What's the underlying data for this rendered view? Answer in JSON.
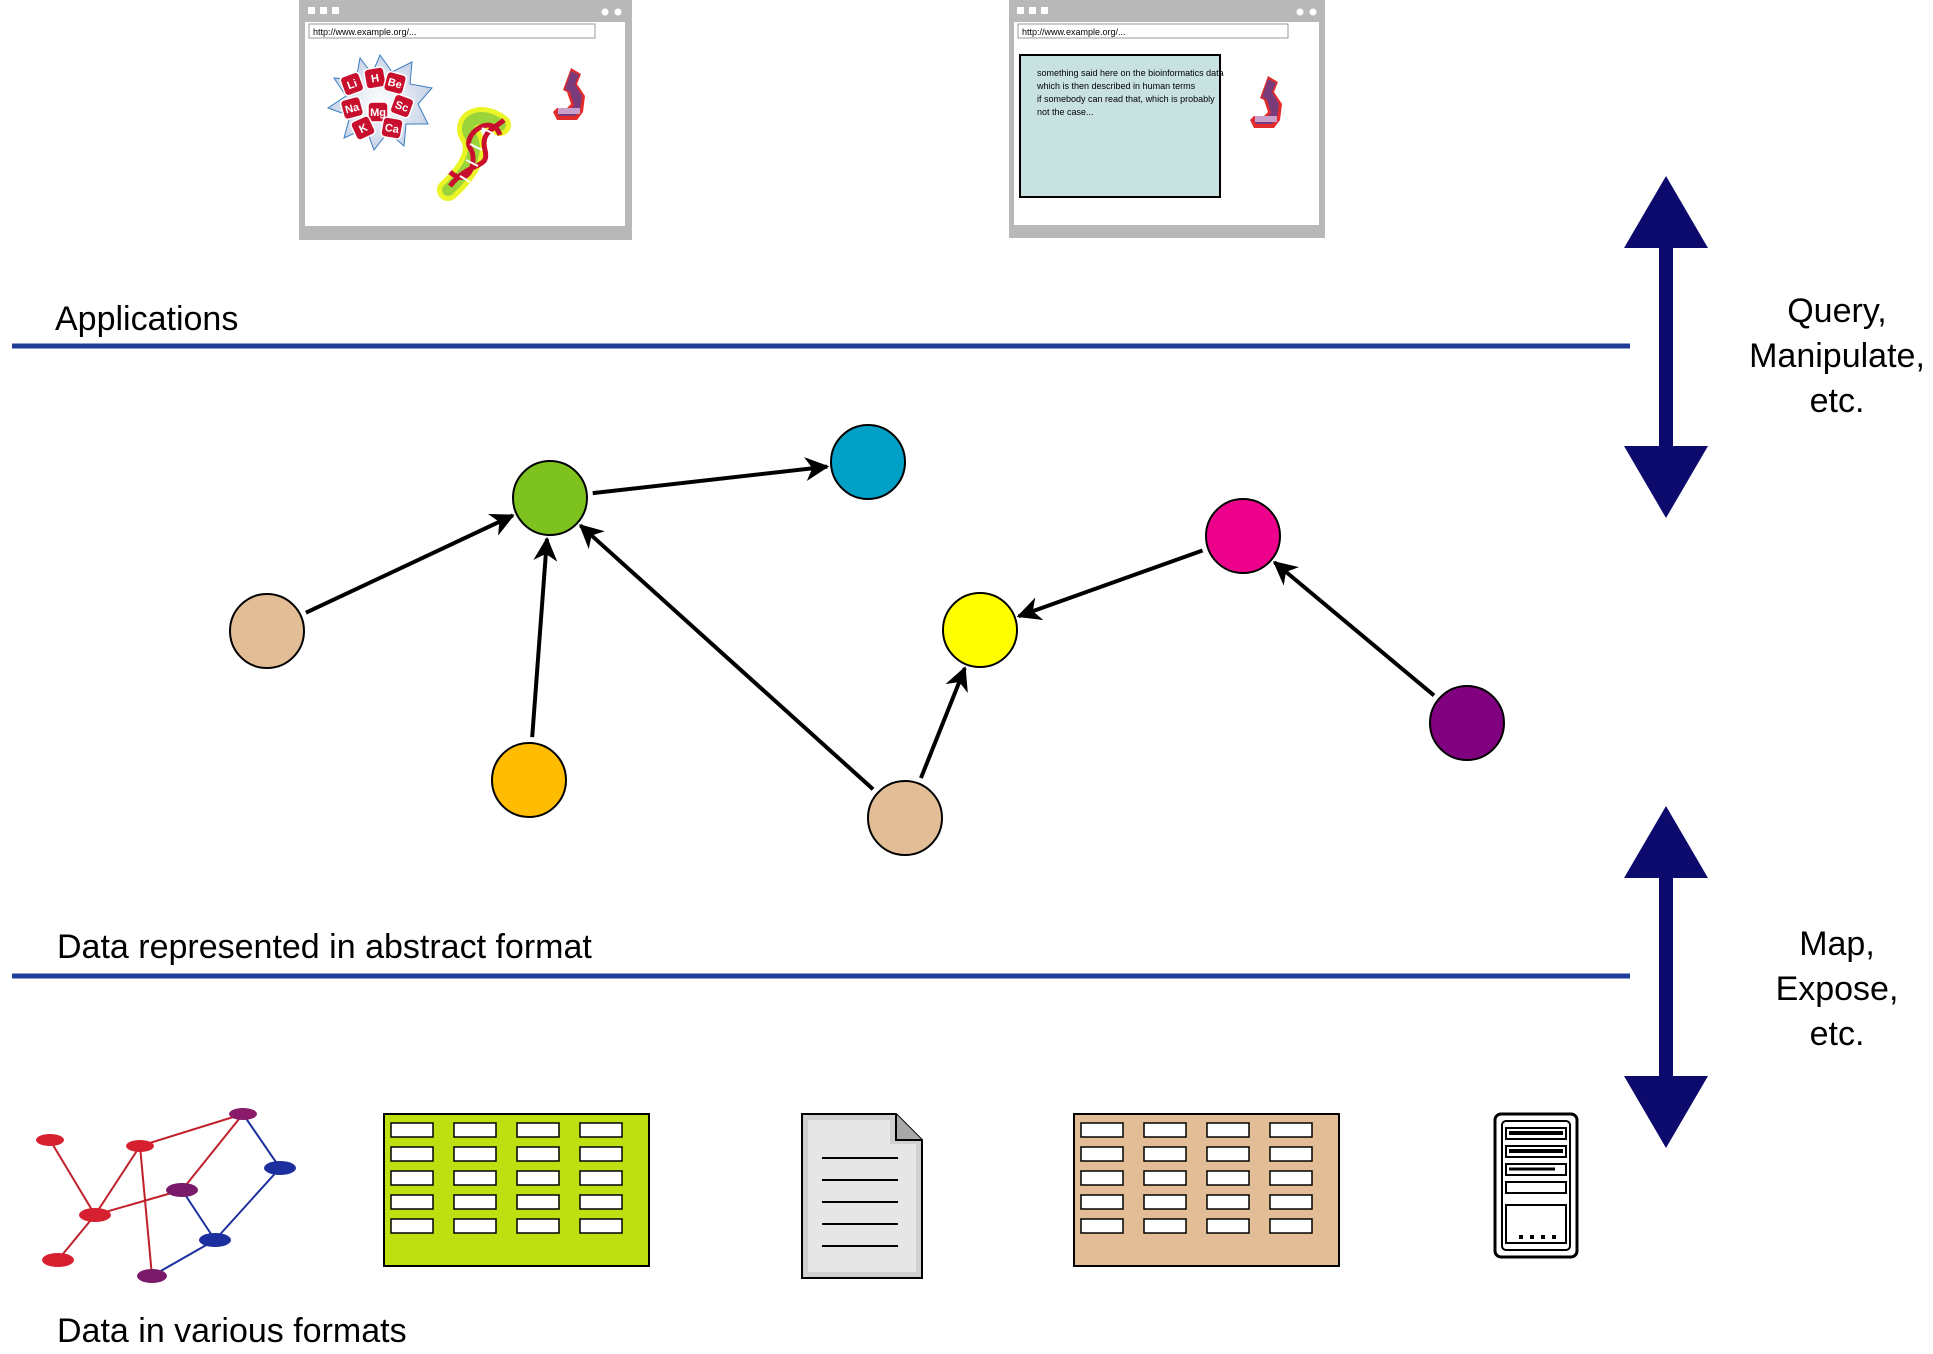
{
  "layers": {
    "applications": "Applications",
    "abstract": "Data represented in abstract format",
    "formats": "Data in various formats"
  },
  "actions": {
    "top": [
      "Query,",
      "Manipulate,",
      "etc."
    ],
    "bottom": [
      "Map,",
      "Expose,",
      "etc."
    ]
  },
  "browser_left": {
    "url": "http://www.example.org/...",
    "elements": [
      "Li",
      "H",
      "Be",
      "Na",
      "Mg",
      "Sc",
      "K",
      "Ca"
    ]
  },
  "browser_right": {
    "url": "http://www.example.org/...",
    "text_lines": [
      "something said here on the bioinformatics data",
      "which is then described in human terms",
      "if somebody can read that, which is probably",
      "not the case..."
    ]
  },
  "colors": {
    "layer_line": "#1f3c99",
    "arrow": "#0d0a6e",
    "node_tan": "#e3bd95",
    "node_green": "#7dc21e",
    "node_cyan": "#009fc6",
    "node_orange": "#ffbc00",
    "node_magenta": "#ec008c",
    "node_yellow": "#ffff00",
    "node_purple": "#800080",
    "table_green": "#bfe010",
    "table_tan": "#e3bd95"
  },
  "icons": [
    "periodic-table-icon",
    "dna-icon",
    "microscope-icon",
    "network-graph-icon",
    "spreadsheet-icon",
    "document-icon",
    "form-icon"
  ]
}
